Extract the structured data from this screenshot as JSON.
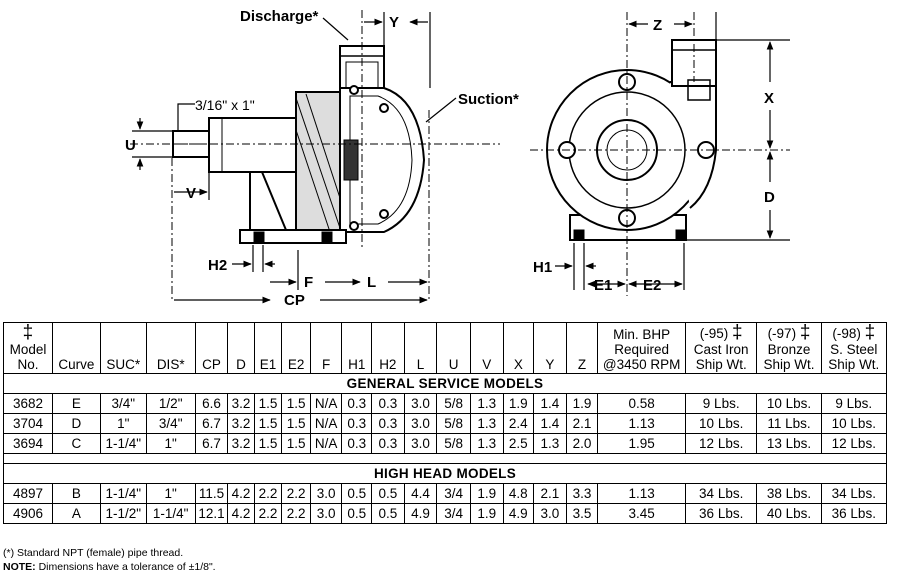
{
  "drawing": {
    "labels": {
      "discharge": "Discharge*",
      "suction": "Suction*",
      "key": "3/16\" x 1\"",
      "y": "Y",
      "u": "U",
      "v": "V",
      "h2": "H2",
      "f": "F",
      "l": "L",
      "cp": "CP",
      "z": "Z",
      "x": "X",
      "d": "D",
      "h1": "H1",
      "e1": "E1",
      "e2": "E2"
    }
  },
  "table": {
    "headers": [
      {
        "dagger": "‡",
        "lines": [
          "Model",
          "No."
        ]
      },
      {
        "lines": [
          "Curve"
        ]
      },
      {
        "lines": [
          "SUC*"
        ]
      },
      {
        "lines": [
          "DIS*"
        ]
      },
      {
        "lines": [
          "CP"
        ]
      },
      {
        "lines": [
          "D"
        ]
      },
      {
        "lines": [
          "E1"
        ]
      },
      {
        "lines": [
          "E2"
        ]
      },
      {
        "lines": [
          "F"
        ]
      },
      {
        "lines": [
          "H1"
        ]
      },
      {
        "lines": [
          "H2"
        ]
      },
      {
        "lines": [
          "L"
        ]
      },
      {
        "lines": [
          "U"
        ]
      },
      {
        "lines": [
          "V"
        ]
      },
      {
        "lines": [
          "X"
        ]
      },
      {
        "lines": [
          "Y"
        ]
      },
      {
        "lines": [
          "Z"
        ]
      },
      {
        "lines": [
          "Min. BHP",
          "Required",
          "@3450 RPM"
        ]
      },
      {
        "pre": "(-95)",
        "dagger": "‡",
        "lines": [
          "Cast Iron",
          "Ship Wt."
        ]
      },
      {
        "pre": "(-97)",
        "dagger": "‡",
        "lines": [
          "Bronze",
          "Ship Wt."
        ]
      },
      {
        "pre": "(-98)",
        "dagger": "‡",
        "lines": [
          "S. Steel",
          "Ship Wt."
        ]
      }
    ],
    "sections": [
      {
        "title": "GENERAL SERVICE MODELS",
        "rows": [
          [
            "3682",
            "E",
            "3/4\"",
            "1/2\"",
            "6.6",
            "3.2",
            "1.5",
            "1.5",
            "N/A",
            "0.3",
            "0.3",
            "3.0",
            "5/8",
            "1.3",
            "1.9",
            "1.4",
            "1.9",
            "0.58",
            "9 Lbs.",
            "10 Lbs.",
            "9 Lbs."
          ],
          [
            "3704",
            "D",
            "1\"",
            "3/4\"",
            "6.7",
            "3.2",
            "1.5",
            "1.5",
            "N/A",
            "0.3",
            "0.3",
            "3.0",
            "5/8",
            "1.3",
            "2.4",
            "1.4",
            "2.1",
            "1.13",
            "10 Lbs.",
            "11 Lbs.",
            "10 Lbs."
          ],
          [
            "3694",
            "C",
            "1-1/4\"",
            "1\"",
            "6.7",
            "3.2",
            "1.5",
            "1.5",
            "N/A",
            "0.3",
            "0.3",
            "3.0",
            "5/8",
            "1.3",
            "2.5",
            "1.3",
            "2.0",
            "1.95",
            "12 Lbs.",
            "13 Lbs.",
            "12 Lbs."
          ]
        ]
      },
      {
        "title": "HIGH HEAD MODELS",
        "rows": [
          [
            "4897",
            "B",
            "1-1/4\"",
            "1\"",
            "11.5",
            "4.2",
            "2.2",
            "2.2",
            "3.0",
            "0.5",
            "0.5",
            "4.4",
            "3/4",
            "1.9",
            "4.8",
            "2.1",
            "3.3",
            "1.13",
            "34 Lbs.",
            "38 Lbs.",
            "34 Lbs."
          ],
          [
            "4906",
            "A",
            "1-1/2\"",
            "1-1/4\"",
            "12.1",
            "4.2",
            "2.2",
            "2.2",
            "3.0",
            "0.5",
            "0.5",
            "4.9",
            "3/4",
            "1.9",
            "4.9",
            "3.0",
            "3.5",
            "3.45",
            "36 Lbs.",
            "40 Lbs.",
            "36 Lbs."
          ]
        ]
      }
    ]
  },
  "notes": {
    "footnote": "(*) Standard NPT (female) pipe thread.",
    "note_label": "NOTE:",
    "note_text": " Dimensions have a tolerance of ±1/8\"."
  }
}
